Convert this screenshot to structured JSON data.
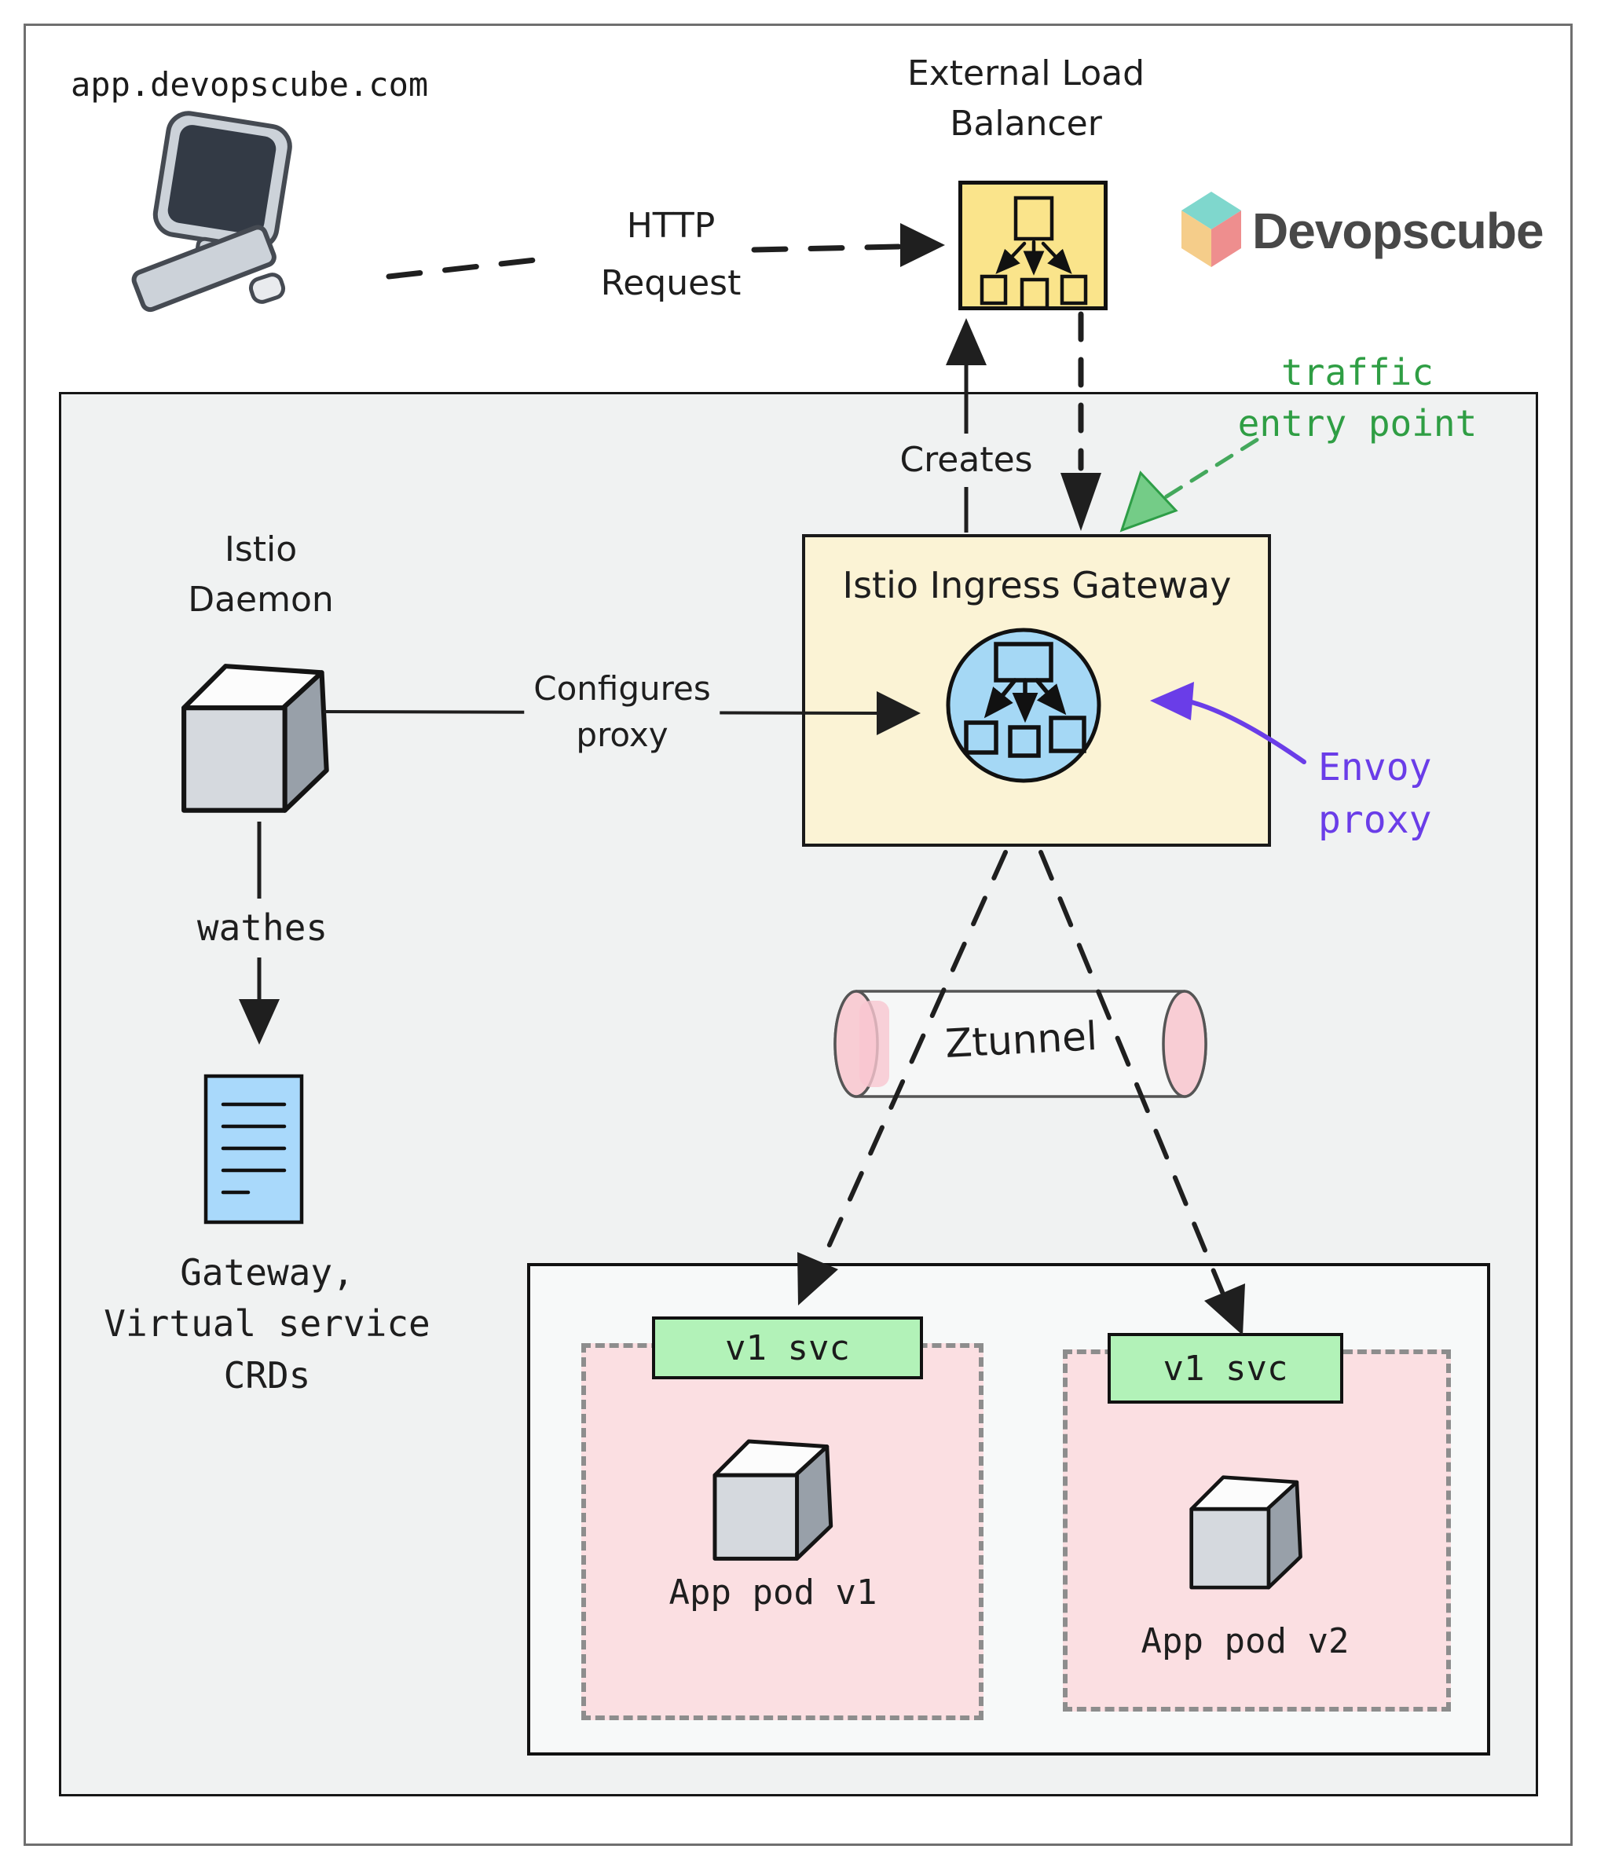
{
  "colors": {
    "accent_green": "#2f9e44",
    "accent_purple": "#6a3de8",
    "lb_box_fill": "#fae48b",
    "gateway_fill": "#fbf3d5",
    "envoy_circle_fill": "#a5d8f5",
    "document_fill": "#a9d9fb",
    "service_fill": "#b2f2b8",
    "pod_fill": "#fbdfe2",
    "tunnel_end_fill": "#f8cdd4",
    "cluster_fill": "#f0f2f2"
  },
  "header": {
    "client_domain": "app.devopscube.com",
    "http_request": [
      "HTTP",
      "Request"
    ],
    "external_lb_title": [
      "External Load",
      "Balancer"
    ],
    "logo_text": "Devopscube"
  },
  "annotations": {
    "traffic_entry": [
      "traffic",
      "entry point"
    ],
    "creates": "Creates",
    "envoy_proxy": [
      "Envoy",
      "proxy"
    ],
    "configures_proxy": [
      "Configures",
      "proxy"
    ],
    "watches": "wathes"
  },
  "cluster": {
    "istio_daemon_title": [
      "Istio",
      "Daemon"
    ],
    "crds_label": [
      "Gateway,",
      "Virtual service",
      "CRDs"
    ],
    "gateway_title": "Istio Ingress Gateway",
    "ztunnel_label": "Ztunnel",
    "pods": {
      "left": {
        "service": "v1 svc",
        "pod": "App pod v1"
      },
      "right": {
        "service": "v1 svc",
        "pod": "App pod v2"
      }
    }
  }
}
